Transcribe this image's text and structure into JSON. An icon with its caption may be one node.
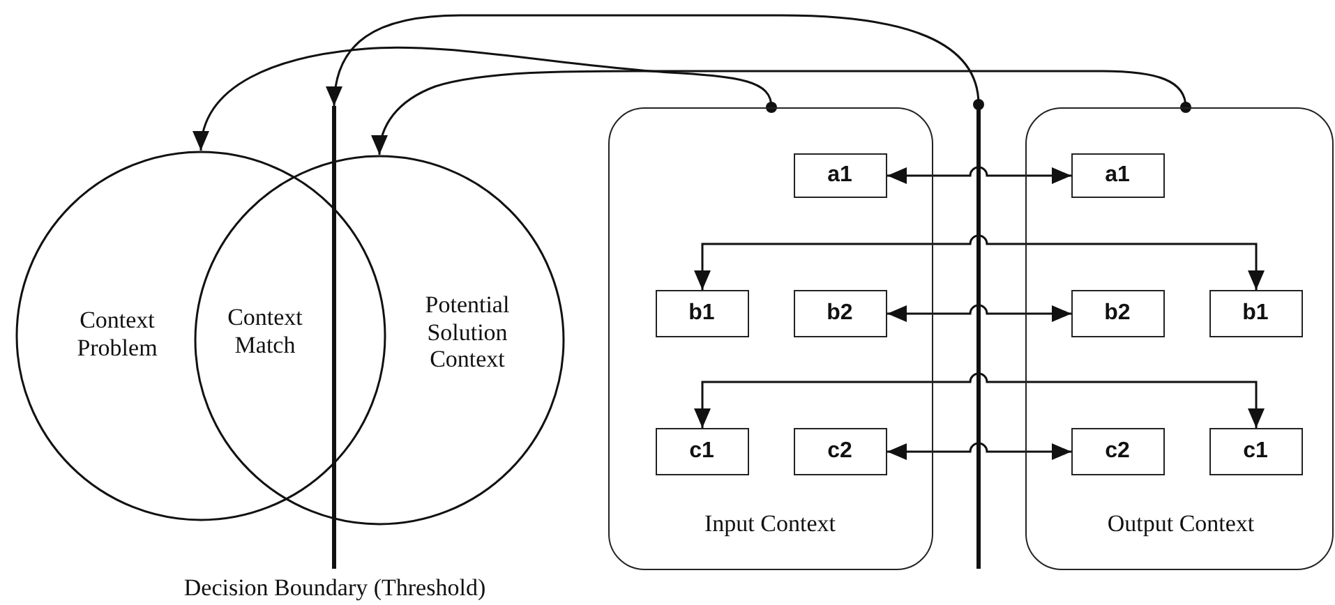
{
  "diagram": {
    "nodes": [
      {
        "text": [
          "Context Problem"
        ]
      },
      {
        "text": [
          "Potential Solution Context"
        ]
      },
      {
        "text": [],
        "shape": "bar",
        "beside": [
          "Decision Boundary (Threshold)"
        ]
      },
      {
        "text": [],
        "shape": "bar"
      },
      {
        "text": [
          "Input Context"
        ]
      },
      {
        "text": [
          "a1"
        ],
        "in": 4
      },
      {
        "text": [
          "b1"
        ],
        "in": 4
      },
      {
        "text": [
          "b2"
        ],
        "in": 4
      },
      {
        "text": [
          "c1"
        ],
        "in": 4
      },
      {
        "text": [
          "c2"
        ],
        "in": 4
      },
      {
        "text": [
          "Output Context"
        ]
      },
      {
        "text": [
          "a1"
        ],
        "in": 10
      },
      {
        "text": [
          "b2"
        ],
        "in": 10
      },
      {
        "text": [
          "b1"
        ],
        "in": 10
      },
      {
        "text": [
          "c2"
        ],
        "in": 10
      },
      {
        "text": [
          "c1"
        ],
        "in": 10
      }
    ],
    "edges": [
      {
        "from": 4,
        "to": 0,
        "arrow": "to"
      },
      {
        "from": 10,
        "to": 1,
        "arrow": "to"
      },
      {
        "from": 3,
        "to": 2,
        "arrow": "to"
      },
      {
        "from": 5,
        "to": 11,
        "arrow": "both"
      },
      {
        "from": 6,
        "to": 13,
        "arrow": "both"
      },
      {
        "from": 7,
        "to": 12,
        "arrow": "both"
      },
      {
        "from": 8,
        "to": 15,
        "arrow": "both"
      },
      {
        "from": 9,
        "to": 14,
        "arrow": "both"
      }
    ],
    "labels": [
      "Context Match"
    ]
  }
}
